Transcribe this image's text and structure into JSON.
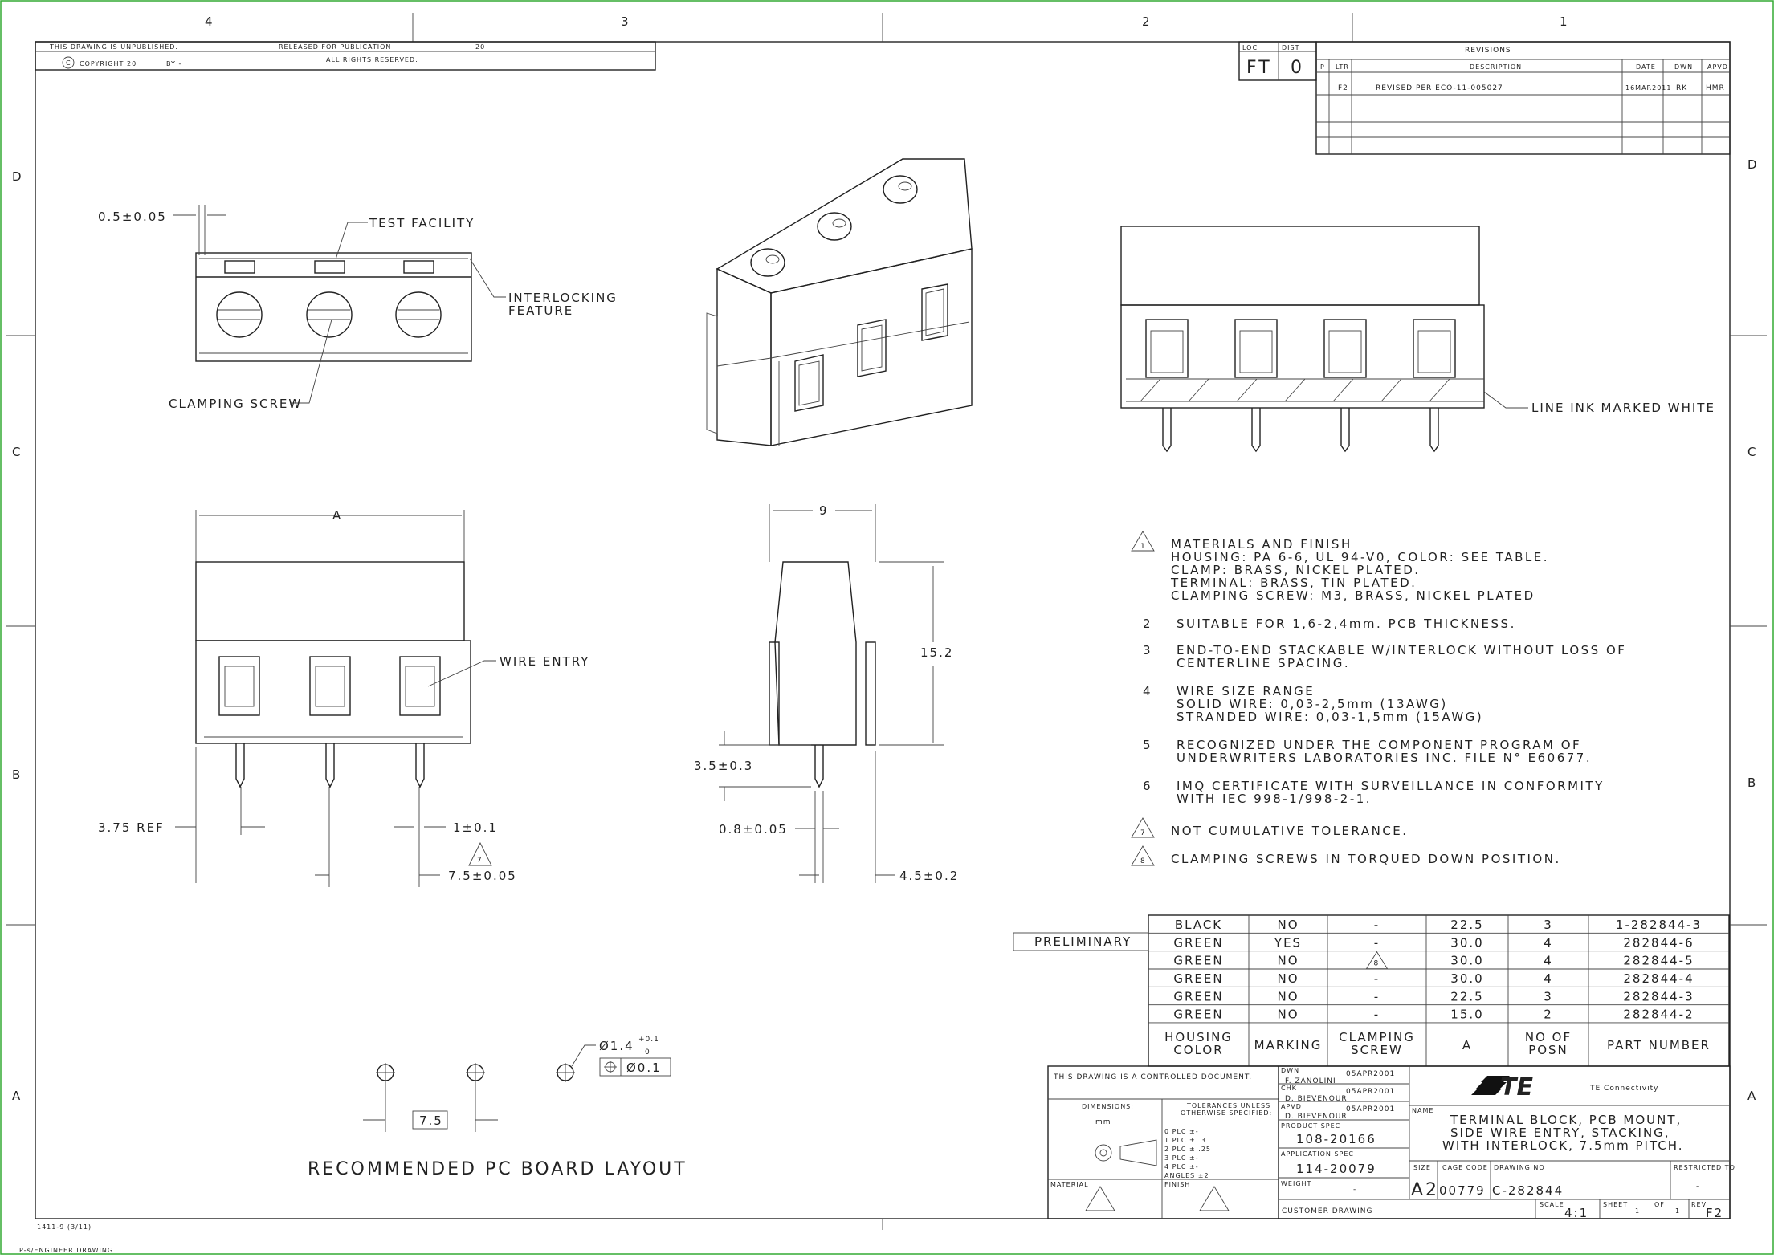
{
  "frame": {
    "col_zones": [
      "4",
      "3",
      "2",
      "1"
    ],
    "row_zones": [
      "D",
      "C",
      "B",
      "A"
    ]
  },
  "header": {
    "unpublished": "THIS DRAWING IS UNPUBLISHED.",
    "copyright": "COPYRIGHT 20",
    "by": "BY -",
    "released": "RELEASED FOR PUBLICATION",
    "released_year": "20",
    "rights": "ALL RIGHTS RESERVED."
  },
  "loc_dist": {
    "loc_label": "LOC",
    "dist_label": "DIST",
    "loc": "FT",
    "dist": "0"
  },
  "revisions": {
    "title": "REVISIONS",
    "columns": [
      "P",
      "LTR",
      "DESCRIPTION",
      "DATE",
      "DWN",
      "APVD"
    ],
    "rows": [
      {
        "ltr": "F2",
        "desc": "REVISED PER ECO-11-005027",
        "date": "16MAR2011",
        "dwn": "RK",
        "apvd": "HMR"
      }
    ]
  },
  "callouts": {
    "tolerance_05": "0.5±0.05",
    "test_facility": "TEST FACILITY",
    "interlocking_1": "INTERLOCKING",
    "interlocking_2": "FEATURE",
    "clamping_screw": "CLAMPING SCREW",
    "line_ink": "LINE INK MARKED WHITE",
    "wire_entry": "WIRE ENTRY",
    "dim_a": "A",
    "dim_9": "9",
    "dim_152": "15.2",
    "dim_35": "3.5±0.3",
    "dim_08": "0.8±0.05",
    "dim_45": "4.5±0.2",
    "dim_375": "3.75 REF",
    "dim_1": "1±0.1",
    "dim_75c": "7.5±0.05",
    "flag_7": "7",
    "hole_dia": "Ø1.4",
    "hole_tol_top": "+0.1",
    "hole_tol_bot": "0",
    "pos_tol": "Ø0.1",
    "pitch": "7.5",
    "pcb_title": "RECOMMENDED PC BOARD LAYOUT"
  },
  "notes": [
    {
      "num": "1",
      "flag": true,
      "lines": [
        "MATERIALS AND FINISH",
        " HOUSING: PA 6-6, UL 94-V0, COLOR: SEE TABLE.",
        " CLAMP: BRASS, NICKEL PLATED.",
        " TERMINAL: BRASS, TIN PLATED.",
        " CLAMPING SCREW: M3, BRASS, NICKEL PLATED"
      ]
    },
    {
      "num": "2",
      "flag": false,
      "lines": [
        "SUITABLE FOR 1,6-2,4mm. PCB THICKNESS."
      ]
    },
    {
      "num": "3",
      "flag": false,
      "lines": [
        "END-TO-END STACKABLE W/INTERLOCK WITHOUT LOSS OF",
        "CENTERLINE SPACING."
      ]
    },
    {
      "num": "4",
      "flag": false,
      "lines": [
        "WIRE SIZE RANGE",
        " SOLID WIRE: 0,03-2,5mm (13AWG)",
        " STRANDED WIRE: 0,03-1,5mm (15AWG)"
      ]
    },
    {
      "num": "5",
      "flag": false,
      "lines": [
        "RECOGNIZED UNDER THE COMPONENT PROGRAM OF",
        "UNDERWRITERS LABORATORIES INC. FILE N° E60677."
      ]
    },
    {
      "num": "6",
      "flag": false,
      "lines": [
        "IMQ CERTIFICATE WITH SURVEILLANCE IN CONFORMITY",
        "WITH IEC 998-1/998-2-1."
      ]
    },
    {
      "num": "7",
      "flag": true,
      "lines": [
        "NOT CUMULATIVE TOLERANCE."
      ]
    },
    {
      "num": "8",
      "flag": true,
      "lines": [
        "CLAMPING SCREWS IN TORQUED DOWN POSITION."
      ]
    }
  ],
  "table": {
    "preliminary": "PRELIMINARY",
    "headers": [
      "HOUSING COLOR",
      "MARKING",
      "CLAMPING SCREW",
      "A",
      "NO OF POSN",
      "PART NUMBER"
    ],
    "rows": [
      [
        "BLACK",
        "NO",
        "-",
        "22.5",
        "3",
        "1-282844-3"
      ],
      [
        "GREEN",
        "YES",
        "-",
        "30.0",
        "4",
        "282844-6"
      ],
      [
        "GREEN",
        "NO",
        "8",
        "30.0",
        "4",
        "282844-5"
      ],
      [
        "GREEN",
        "NO",
        "-",
        "30.0",
        "4",
        "282844-4"
      ],
      [
        "GREEN",
        "NO",
        "-",
        "22.5",
        "3",
        "282844-3"
      ],
      [
        "GREEN",
        "NO",
        "-",
        "15.0",
        "2",
        "282844-2"
      ]
    ]
  },
  "title_block": {
    "controlled": "THIS DRAWING IS A CONTROLLED DOCUMENT.",
    "dimensions_label": "DIMENSIONS:",
    "dimensions_unit": "mm",
    "tol_label_1": "TOLERANCES UNLESS",
    "tol_label_2": "OTHERWISE SPECIFIED:",
    "tol_rows": [
      "0 PLC  ±-",
      "1 PLC  ± .3",
      "2 PLC  ± .25",
      "3 PLC  ±-",
      "4 PLC  ±-",
      "ANGLES  ±2"
    ],
    "material_label": "MATERIAL",
    "finish_label": "FINISH",
    "dwn_label": "DWN",
    "dwn_name": "F. ZANOLINI",
    "dwn_date": "05APR2001",
    "chk_label": "CHK",
    "chk_name": "D. BIEVENOUR",
    "chk_date": "05APR2001",
    "apvd_label": "APVD",
    "apvd_name": "D. BIEVENOUR",
    "apvd_date": "05APR2001",
    "product_spec_label": "PRODUCT SPEC",
    "product_spec": "108-20166",
    "app_spec_label": "APPLICATION SPEC",
    "app_spec": "114-20079",
    "weight_label": "WEIGHT",
    "weight": "-",
    "customer": "CUSTOMER DRAWING",
    "logo": "TE",
    "company": "TE Connectivity",
    "name_label": "NAME",
    "name_1": "TERMINAL BLOCK, PCB MOUNT,",
    "name_2": "SIDE WIRE ENTRY, STACKING,",
    "name_3": "WITH INTERLOCK, 7.5mm PITCH.",
    "size_label": "SIZE",
    "size": "A2",
    "cage_label": "CAGE CODE",
    "cage": "00779",
    "dwg_label": "DRAWING NO",
    "dwg": "C-282844",
    "restricted_label": "RESTRICTED TO",
    "restricted": "-",
    "scale_label": "SCALE",
    "scale": "4:1",
    "sheet_label": "SHEET",
    "sheet": "1",
    "of_label": "OF",
    "of": "1",
    "rev_label": "REV",
    "rev": "F2"
  },
  "footer": {
    "form": "1411-9 (3/11)",
    "path": "P-s/ENGINEER DRAWING"
  }
}
